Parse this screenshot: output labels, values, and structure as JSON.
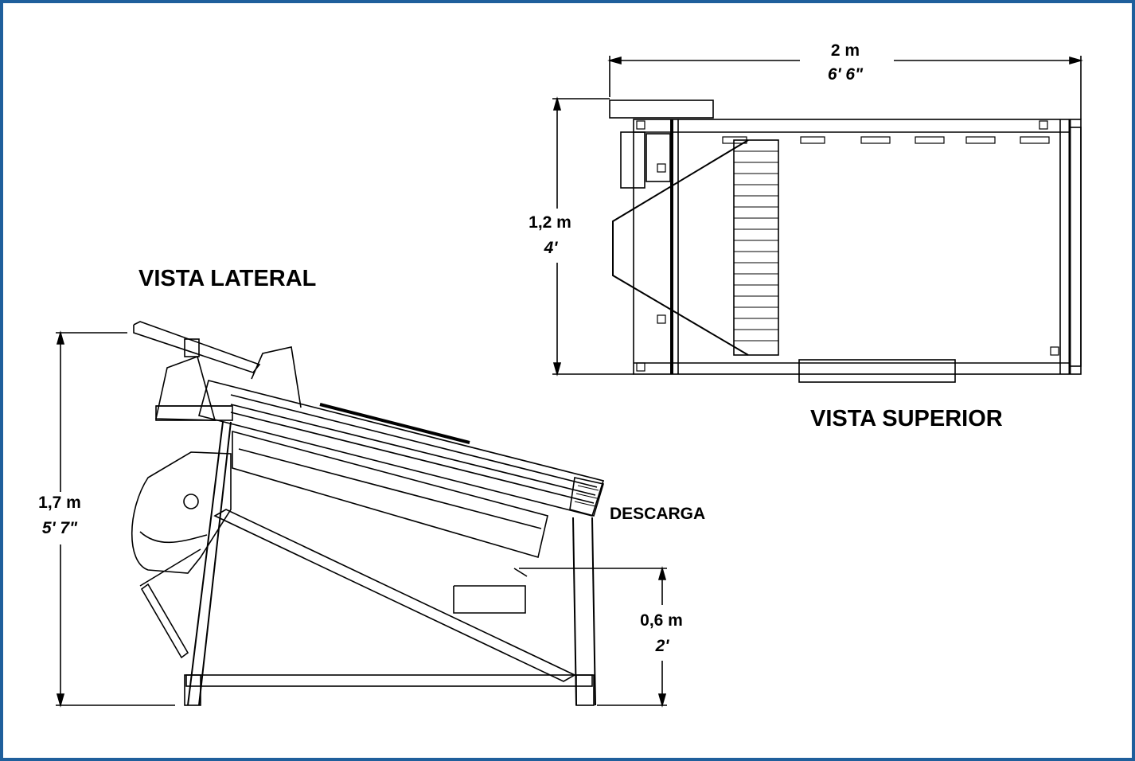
{
  "colors": {
    "border": "#1f5f9c",
    "line": "#000000"
  },
  "side_view": {
    "title": "VISTA LATERAL",
    "height_total": {
      "metric": "1,7 m",
      "imperial": "5' 7\""
    },
    "discharge_height": {
      "metric": "0,6 m",
      "imperial": "2'"
    },
    "discharge_label": "DESCARGA"
  },
  "top_view": {
    "title": "VISTA SUPERIOR",
    "width": {
      "metric": "2 m",
      "imperial": "6' 6\""
    },
    "depth": {
      "metric": "1,2 m",
      "imperial": "4'"
    }
  }
}
